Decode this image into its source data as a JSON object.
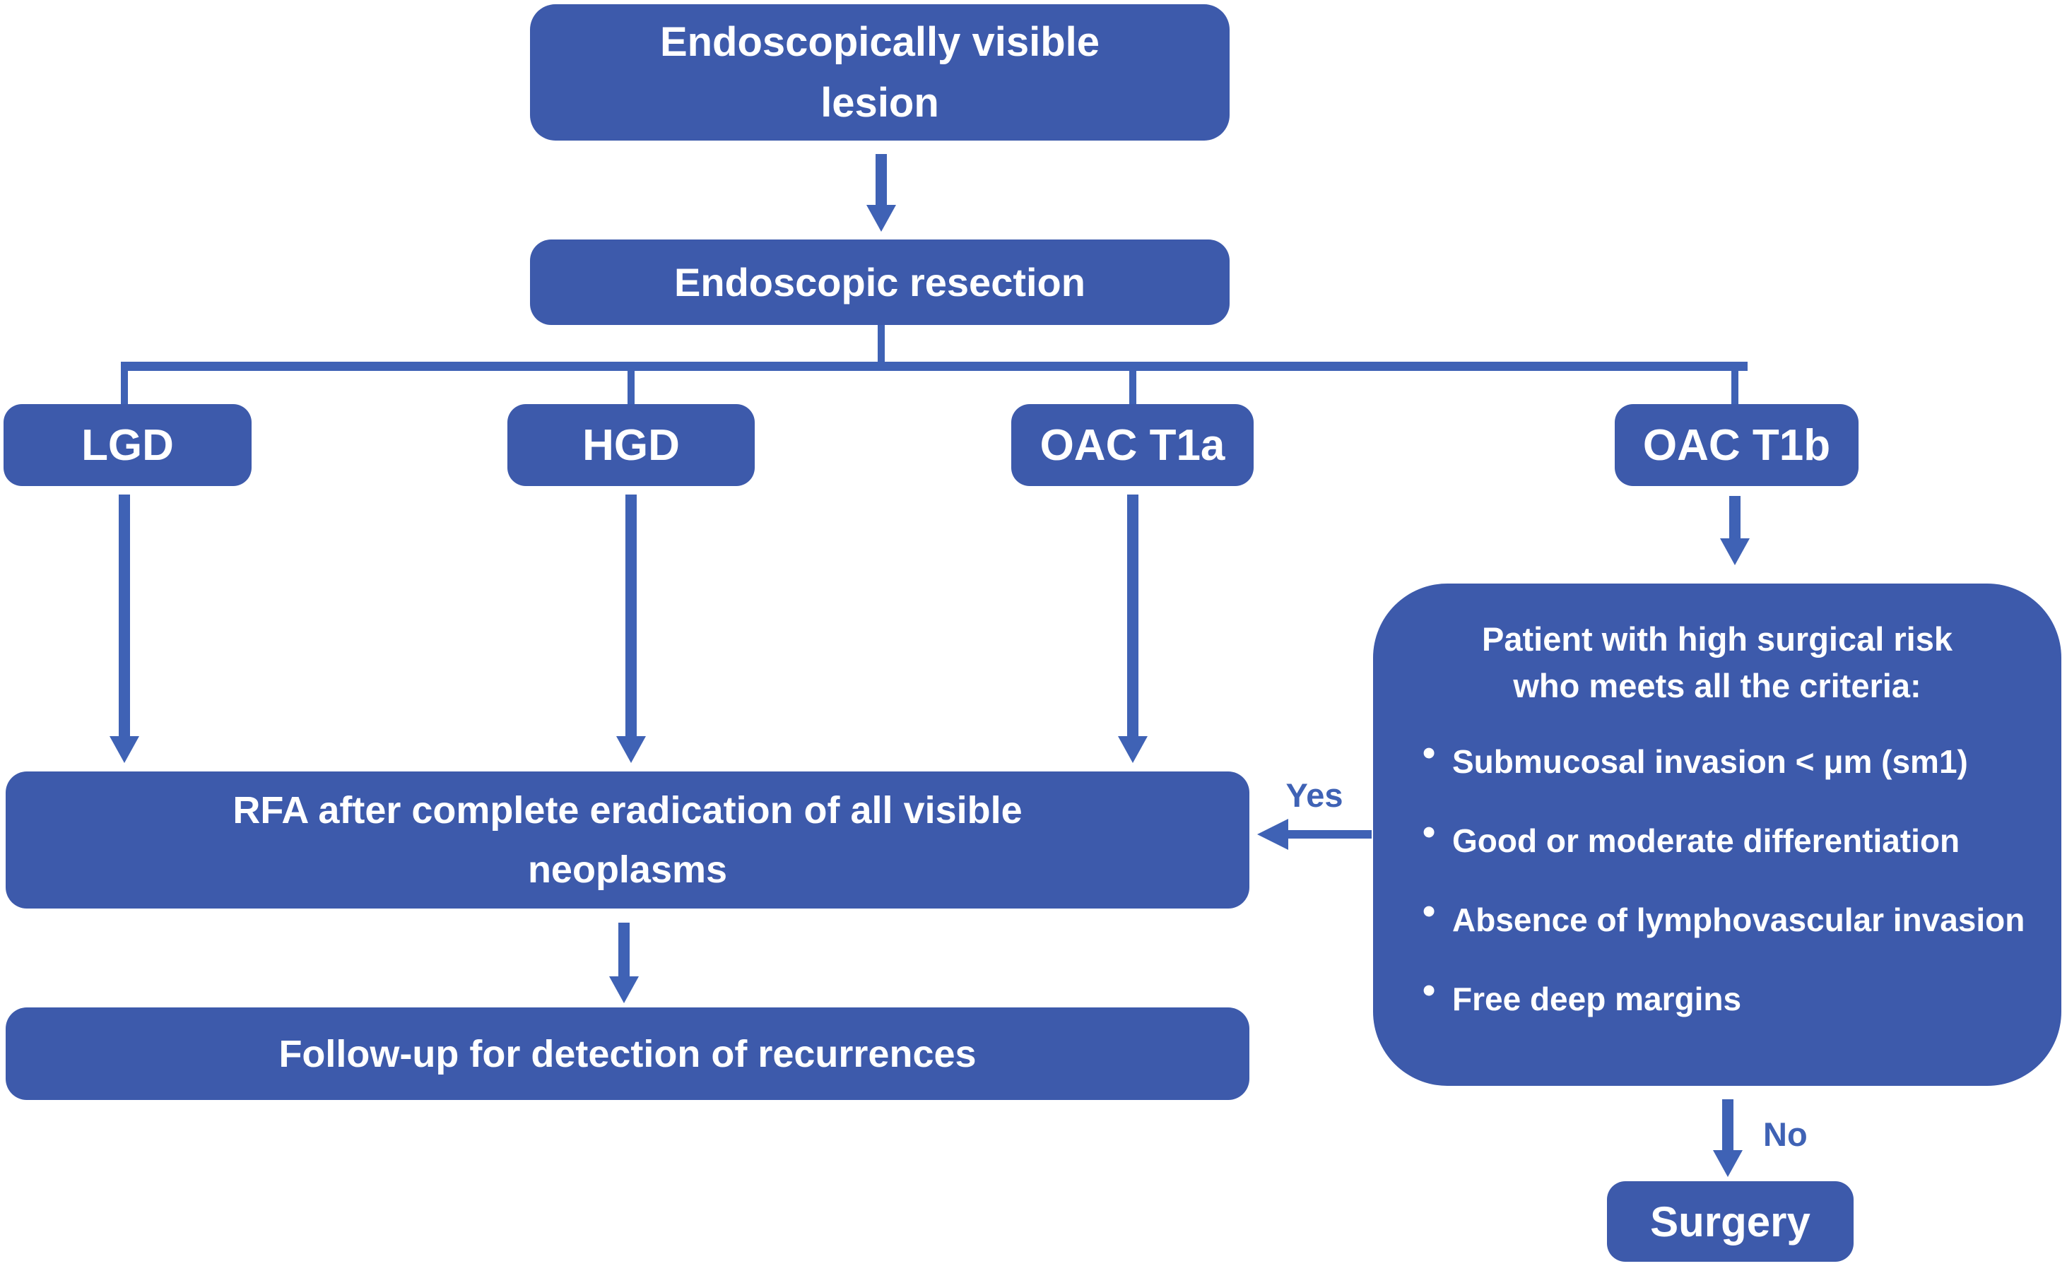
{
  "diagram": {
    "type": "flowchart",
    "background": "#ffffff",
    "colors": {
      "node_fill": "#3d5aab",
      "connector": "#3f62b5",
      "text": "#ffffff"
    },
    "nodes": {
      "visible_lesion": {
        "lines": [
          "Endoscopically visible",
          "lesion"
        ]
      },
      "endoscopic_resection": {
        "label": "Endoscopic resection"
      },
      "lgd": {
        "label": "LGD"
      },
      "hgd": {
        "label": "HGD"
      },
      "oac_t1a": {
        "label": "OAC T1a"
      },
      "oac_t1b": {
        "label": "OAC T1b"
      },
      "rfa": {
        "lines": [
          "RFA after complete eradication of all visible",
          "neoplasms"
        ]
      },
      "follow_up": {
        "label": "Follow-up for detection of recurrences"
      },
      "criteria": {
        "heading_lines": [
          "Patient with high surgical risk",
          "who meets all the criteria:"
        ],
        "bullets": [
          "Submucosal invasion < μm (sm1)",
          "Good or moderate differentiation",
          "Absence of lymphovascular invasion",
          "Free deep margins"
        ]
      },
      "surgery": {
        "label": "Surgery"
      }
    },
    "edge_labels": {
      "yes": "Yes",
      "no": "No"
    },
    "icons": {
      "bullet": "•"
    }
  }
}
